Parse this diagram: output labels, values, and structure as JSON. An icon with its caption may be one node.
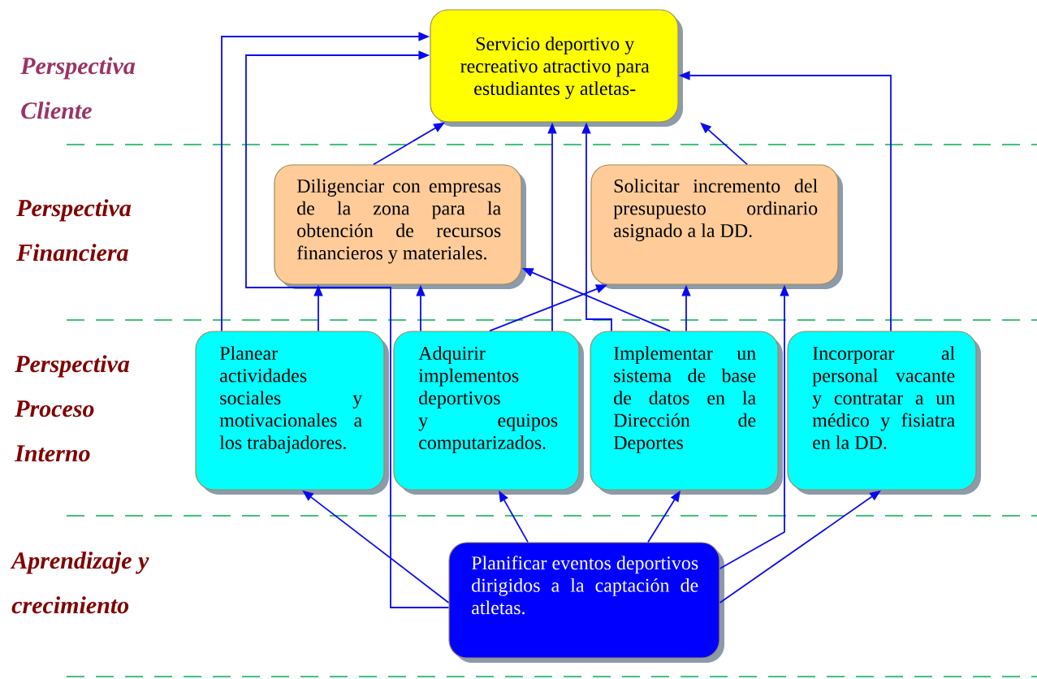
{
  "diagram": {
    "nodes": [
      {
        "text": [
          "Servicio deportivo y recreativo atractivo para estudiantes y atletas-"
        ]
      },
      {
        "text": [
          "Diligenciar con empresas de la zona para la obtención de recursos financieros y materiales."
        ]
      },
      {
        "text": [
          "Solicitar incremento del presupuesto ordinario asignado a la DD."
        ]
      },
      {
        "text": [
          "Planear actividades sociales y motivacionales a los trabajadores."
        ]
      },
      {
        "text": [
          "Adquirir implementos deportivos y equipos computarizados."
        ]
      },
      {
        "text": [
          "Implementar un sistema de base de datos en la Dirección de Deportes"
        ]
      },
      {
        "text": [
          "Incorporar al personal vacante y contratar a un médico y fisiatra en la DD."
        ]
      },
      {
        "text": [
          "Planificar eventos deportivos dirigidos a la captación de atletas."
        ]
      }
    ],
    "edges": [
      {
        "from": 3,
        "to": 0,
        "arrow": "to"
      },
      {
        "from": 1,
        "to": 0,
        "arrow": "to"
      },
      {
        "from": 7,
        "to": 0,
        "arrow": "to"
      },
      {
        "from": 3,
        "to": 1,
        "arrow": "to"
      },
      {
        "from": 4,
        "to": 1,
        "arrow": "to"
      },
      {
        "from": 4,
        "to": 2,
        "arrow": "to"
      },
      {
        "from": 4,
        "to": 0,
        "arrow": "to"
      },
      {
        "from": 5,
        "to": 0,
        "arrow": "to"
      },
      {
        "from": 5,
        "to": 1,
        "arrow": "to"
      },
      {
        "from": 5,
        "to": 2,
        "arrow": "to"
      },
      {
        "from": 7,
        "to": 2,
        "arrow": "to"
      },
      {
        "from": 6,
        "to": 0,
        "arrow": "to"
      },
      {
        "from": 2,
        "to": 0,
        "arrow": "to"
      },
      {
        "from": 7,
        "to": 3,
        "arrow": "to"
      },
      {
        "from": 7,
        "to": 4,
        "arrow": "to"
      },
      {
        "from": 7,
        "to": 5,
        "arrow": "to"
      },
      {
        "from": 7,
        "to": 6,
        "arrow": "to"
      }
    ],
    "labels": [
      "Perspectiva Cliente",
      "Perspectiva Financiera",
      "Perspectiva Proceso Interno",
      "Aprendizaje y crecimiento"
    ]
  }
}
